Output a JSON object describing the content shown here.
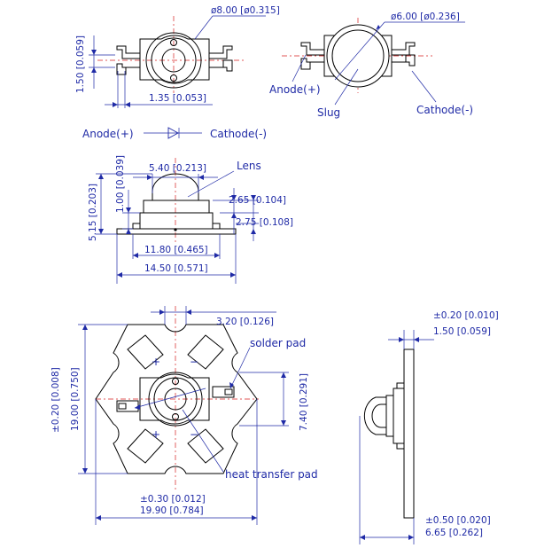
{
  "colors": {
    "dimension": "#1f2aa6",
    "centerline": "#d62020",
    "outline": "#000000"
  },
  "top_view": {
    "diameter_outer": "ø8.00 [ø0.315]",
    "height_dim": "1.50 [0.059]",
    "pitch_dim": "1.35 [0.053]"
  },
  "bottom_view": {
    "diameter_inner": "ø6.00 [ø0.236]",
    "anode_label": "Anode(+)",
    "slug_label": "Slug",
    "cathode_label": "Cathode(-)"
  },
  "symbol": {
    "anode": "Anode(+)",
    "cathode": "Cathode(-)"
  },
  "side_view": {
    "lens_label": "Lens",
    "lens_width": "5.40 [0.213]",
    "dim_1_00": "1.00 [0.039]",
    "dim_5_15": "5.15 [0.203]",
    "dim_2_65": "2.65 [0.104]",
    "dim_2_75": "2.75 [0.108]",
    "dim_11_80": "11.80 [0.465]",
    "dim_14_50": "14.50 [0.571]"
  },
  "star_board": {
    "dim_3_20": "3.20 [0.126]",
    "solder_pad_label": "solder pad",
    "heat_pad_label": "heat transfer pad",
    "dim_7_40": "7.40 [0.291]",
    "tol_vertical": "±0.20 [0.008]",
    "dim_19_00": "19.00 [0.750]",
    "tol_horizontal": "±0.30 [0.012]",
    "dim_19_90": "19.90 [0.784]",
    "plus_sign": "+",
    "minus_sign": "−"
  },
  "profile_view": {
    "tol_thickness": "±0.20 [0.010]",
    "dim_thickness": "1.50 [0.059]",
    "tol_height": "±0.50 [0.020]",
    "dim_height": "6.65 [0.262]"
  }
}
